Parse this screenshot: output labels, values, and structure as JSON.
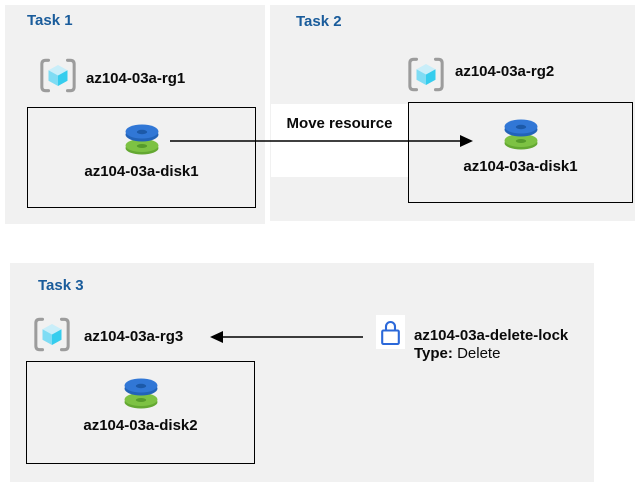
{
  "colors": {
    "panel_background": "#f1f1f1",
    "task_title_blue": "#1a5c9b",
    "arrow_black": "#000000",
    "lock_blue": "#2b68d9",
    "disk_blue": "#3177d6",
    "disk_blue_dark": "#1c59a8",
    "disk_green": "#7dc243",
    "disk_green_dark": "#569b2b",
    "cube_cyan_top": "#c9eef9",
    "cube_cyan_left": "#7edcf4",
    "cube_cyan_right": "#35cdee",
    "bracket_gray": "#9c9c9c"
  },
  "icons": {
    "resource_group": "azure-resource-group-icon",
    "disk": "azure-disk-icon",
    "lock": "lock-icon",
    "arrow": "arrow-icon"
  },
  "tasks": [
    {
      "title": "Task 1",
      "resource_group": "az104-03a-rg1",
      "disk": "az104-03a-disk1"
    },
    {
      "title": "Task 2",
      "resource_group": "az104-03a-rg2",
      "disk": "az104-03a-disk1"
    },
    {
      "title": "Task 3",
      "resource_group": "az104-03a-rg3",
      "disk": "az104-03a-disk2"
    }
  ],
  "move_arrow": {
    "label": "Move resource"
  },
  "lock": {
    "name": "az104-03a-delete-lock",
    "type_label": "Type:",
    "type_value": "Delete"
  }
}
